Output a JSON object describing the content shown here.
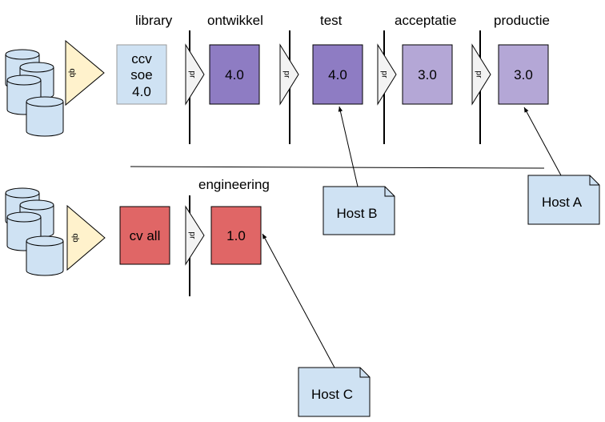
{
  "colors": {
    "db_fill": "#cfe2f3",
    "db_stroke": "#000000",
    "gate_fill": "#fff2cc",
    "pr_fill": "#f3f3f3",
    "library_fill": "#cfe2f3",
    "version_dark": "#8e7cc3",
    "version_light": "#b4a7d6",
    "engineering_fill": "#e06666",
    "host_fill": "#cfe2f3"
  },
  "stages": {
    "library": "library",
    "ontwikkel": "ontwikkel",
    "test": "test",
    "acceptatie": "acceptatie",
    "productie": "productie",
    "engineering": "engineering"
  },
  "top_row": {
    "gate_label": "qb",
    "library_box": {
      "line1": "ccv",
      "line2": "soe",
      "line3": "4.0"
    },
    "pr_label": "pr",
    "ontwikkel_version": "4.0",
    "test_version": "4.0",
    "acceptatie_version": "3.0",
    "productie_version": "3.0"
  },
  "bottom_row": {
    "gate_label": "qb",
    "library_box": "cv all",
    "pr_label": "pr",
    "engineering_version": "1.0"
  },
  "hosts": {
    "host_a": "Host A",
    "host_b": "Host B",
    "host_c": "Host C"
  }
}
